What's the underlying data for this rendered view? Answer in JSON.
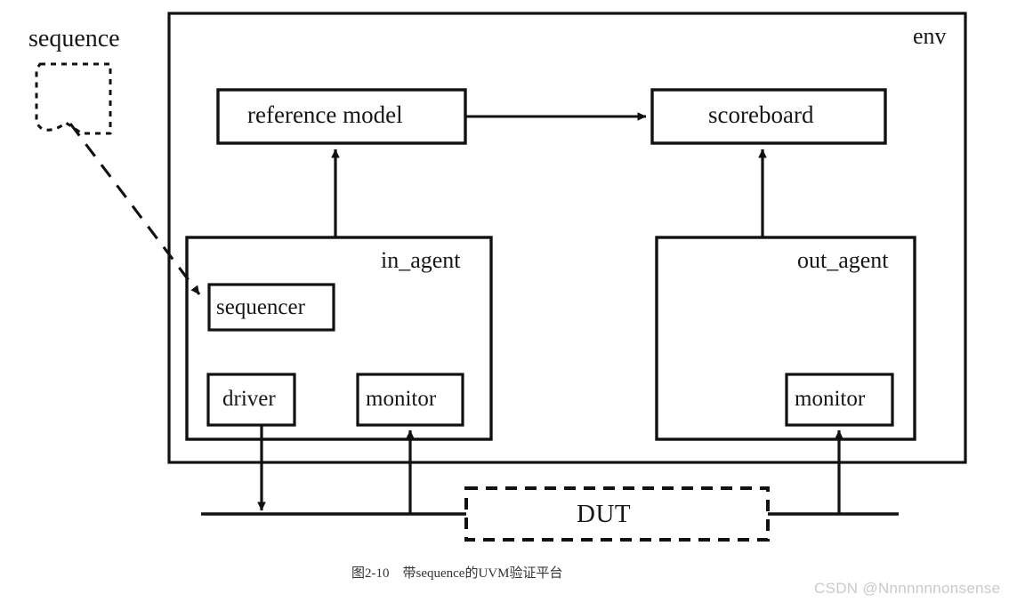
{
  "figure": {
    "caption": "图2-10　带sequence的UVM验证平台",
    "watermark": "CSDN @Nnnnnnnonsense",
    "background_color": "#ffffff",
    "line_color": "#111111"
  },
  "containers": {
    "env": {
      "label": "env"
    },
    "in_agent": {
      "label": "in_agent"
    },
    "out_agent": {
      "label": "out_agent"
    }
  },
  "blocks": {
    "reference_model": {
      "label": "reference model"
    },
    "scoreboard": {
      "label": "scoreboard"
    },
    "sequencer": {
      "label": "sequencer"
    },
    "driver": {
      "label": "driver"
    },
    "in_monitor": {
      "label": "monitor"
    },
    "out_monitor": {
      "label": "monitor"
    },
    "dut": {
      "label": "DUT"
    }
  },
  "callout": {
    "sequence": {
      "label": "sequence",
      "style": "dashed"
    }
  },
  "connections": [
    {
      "name": "reference-model-to-scoreboard",
      "from": "reference model",
      "to": "scoreboard",
      "style": "solid",
      "arrow": "end"
    },
    {
      "name": "in-agent-to-reference-model",
      "from": "in_agent",
      "to": "reference model",
      "style": "solid",
      "arrow": "end"
    },
    {
      "name": "out-agent-to-scoreboard",
      "from": "out_agent",
      "to": "scoreboard",
      "style": "solid",
      "arrow": "end"
    },
    {
      "name": "sequence-to-sequencer",
      "from": "sequence",
      "to": "sequencer",
      "style": "dashed",
      "arrow": "end"
    },
    {
      "name": "driver-to-input-bus",
      "from": "driver",
      "to": "input bus",
      "style": "solid",
      "arrow": "end"
    },
    {
      "name": "input-bus-to-in-monitor",
      "from": "input bus",
      "to": "monitor",
      "style": "solid",
      "arrow": "end"
    },
    {
      "name": "output-bus-to-out-monitor",
      "from": "output bus",
      "to": "monitor",
      "style": "solid",
      "arrow": "end"
    },
    {
      "name": "input-bus-to-dut",
      "from": "input bus",
      "to": "DUT",
      "style": "solid",
      "arrow": "none"
    },
    {
      "name": "dut-to-output-bus",
      "from": "DUT",
      "to": "output bus",
      "style": "solid",
      "arrow": "none"
    }
  ]
}
